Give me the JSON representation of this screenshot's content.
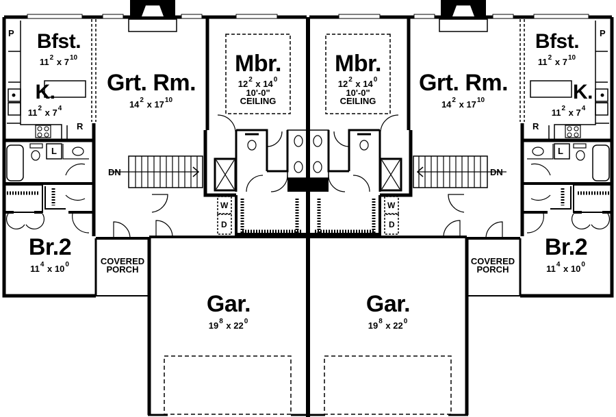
{
  "plan": {
    "type": "duplex floor plan",
    "units": [
      {
        "side": "left",
        "rooms": {
          "breakfast": {
            "name": "Bfst.",
            "w": "11",
            "w_in": "2",
            "x": "x",
            "l": "7",
            "l_in": "10"
          },
          "kitchen": {
            "name": "K.",
            "w": "11",
            "w_in": "2",
            "x": "x",
            "l": "7",
            "l_in": "4"
          },
          "great_room": {
            "name": "Grt. Rm.",
            "w": "14",
            "w_in": "2",
            "x": "x",
            "l": "17",
            "l_in": "10"
          },
          "master_bedroom": {
            "name": "Mbr.",
            "w": "12",
            "w_in": "2",
            "x": "x",
            "l": "14",
            "l_in": "0",
            "ceiling_line1": "10'-0\"",
            "ceiling_line2": "CEILING"
          },
          "bedroom2": {
            "name": "Br.2",
            "w": "11",
            "w_in": "4",
            "x": "x",
            "l": "10",
            "l_in": "0"
          },
          "porch": {
            "line1": "COVERED",
            "line2": "PORCH"
          },
          "garage": {
            "name": "Gar.",
            "w": "19",
            "w_in": "8",
            "x": "x",
            "l": "22",
            "l_in": "0"
          }
        },
        "tags": {
          "pantry": "P",
          "refrigerator": "R",
          "linen": "L",
          "stairs": "DN",
          "washer": "W",
          "dryer": "D"
        }
      },
      {
        "side": "right",
        "rooms": {
          "breakfast": {
            "name": "Bfst.",
            "w": "11",
            "w_in": "2",
            "x": "x",
            "l": "7",
            "l_in": "10"
          },
          "kitchen": {
            "name": "K.",
            "w": "11",
            "w_in": "2",
            "x": "x",
            "l": "7",
            "l_in": "4"
          },
          "great_room": {
            "name": "Grt. Rm.",
            "w": "14",
            "w_in": "2",
            "x": "x",
            "l": "17",
            "l_in": "10"
          },
          "master_bedroom": {
            "name": "Mbr.",
            "w": "12",
            "w_in": "2",
            "x": "x",
            "l": "14",
            "l_in": "0",
            "ceiling_line1": "10'-0\"",
            "ceiling_line2": "CEILING"
          },
          "bedroom2": {
            "name": "Br.2",
            "w": "11",
            "w_in": "4",
            "x": "x",
            "l": "10",
            "l_in": "0"
          },
          "porch": {
            "line1": "COVERED",
            "line2": "PORCH"
          },
          "garage": {
            "name": "Gar.",
            "w": "19",
            "w_in": "8",
            "x": "x",
            "l": "22",
            "l_in": "0"
          }
        },
        "tags": {
          "pantry": "P",
          "refrigerator": "R",
          "linen": "L",
          "stairs": "DN",
          "washer": "W",
          "dryer": "D"
        }
      }
    ],
    "colors": {
      "line": "#000000",
      "background": "#ffffff"
    }
  }
}
